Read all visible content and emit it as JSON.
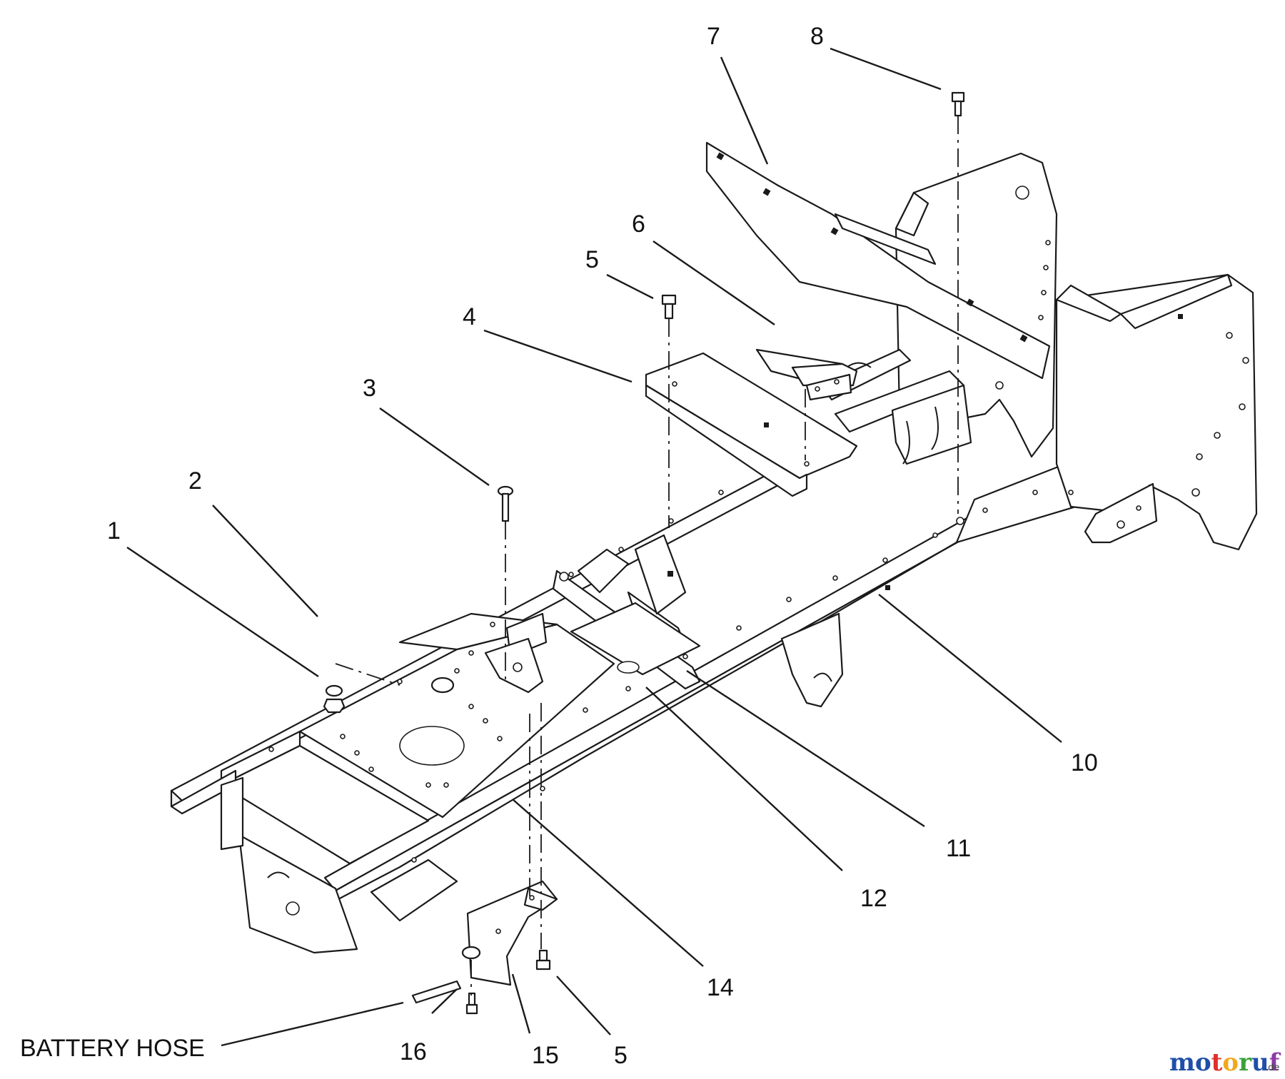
{
  "callouts": {
    "c1": "1",
    "c2": "2",
    "c3": "3",
    "c4": "4",
    "c5a": "5",
    "c6": "6",
    "c7": "7",
    "c8": "8",
    "c10": "10",
    "c11": "11",
    "c12": "12",
    "c14": "14",
    "c15": "15",
    "c16": "16",
    "c5b": "5"
  },
  "label_battery_hose": "BATTERY HOSE",
  "watermark": {
    "letters": [
      "m",
      "o",
      "t",
      "o",
      "r",
      "u",
      "f"
    ],
    "colors": [
      "#1f4fa8",
      "#1f4fa8",
      "#e0302b",
      "#f2a81d",
      "#3aa13a",
      "#1f4fa8",
      "#8c3aa6"
    ],
    "suffix": ".de"
  }
}
